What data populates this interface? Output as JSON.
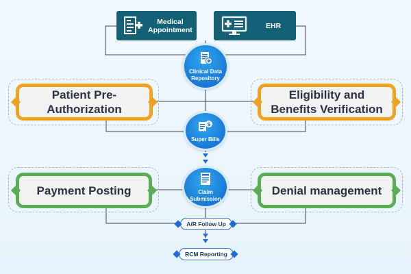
{
  "top": {
    "medical_appointment": "Medical\nAppointment",
    "ehr": "EHR"
  },
  "hubs": {
    "clinical_data_repository": "Clinical Data\nRepository",
    "super_bills": "Super Bills",
    "claim_submission": "Claim\nSubmission"
  },
  "boxes": {
    "patient_pre_authorization": "Patient Pre-\nAuthorization",
    "eligibility_benefits": "Eligibility and\nBenefits Verification",
    "payment_posting": "Payment Posting",
    "denial_management": "Denial management"
  },
  "pills": {
    "ar_follow_up": "A/R Follow Up",
    "rcm_reporting": "RCM Reporting"
  },
  "icons": {
    "medical_appointment": "medical-form-icon",
    "ehr": "monitor-cross-icon",
    "clinical_data_repository": "document-cross-icon",
    "super_bills": "receipt-dollar-icon",
    "claim_submission": "claim-form-icon"
  },
  "colors": {
    "top_box": "#146077",
    "hub": "#1a78d5",
    "orange_border": "#f0a321",
    "green_border": "#5bac55",
    "pill_border": "#2a6fd1"
  }
}
